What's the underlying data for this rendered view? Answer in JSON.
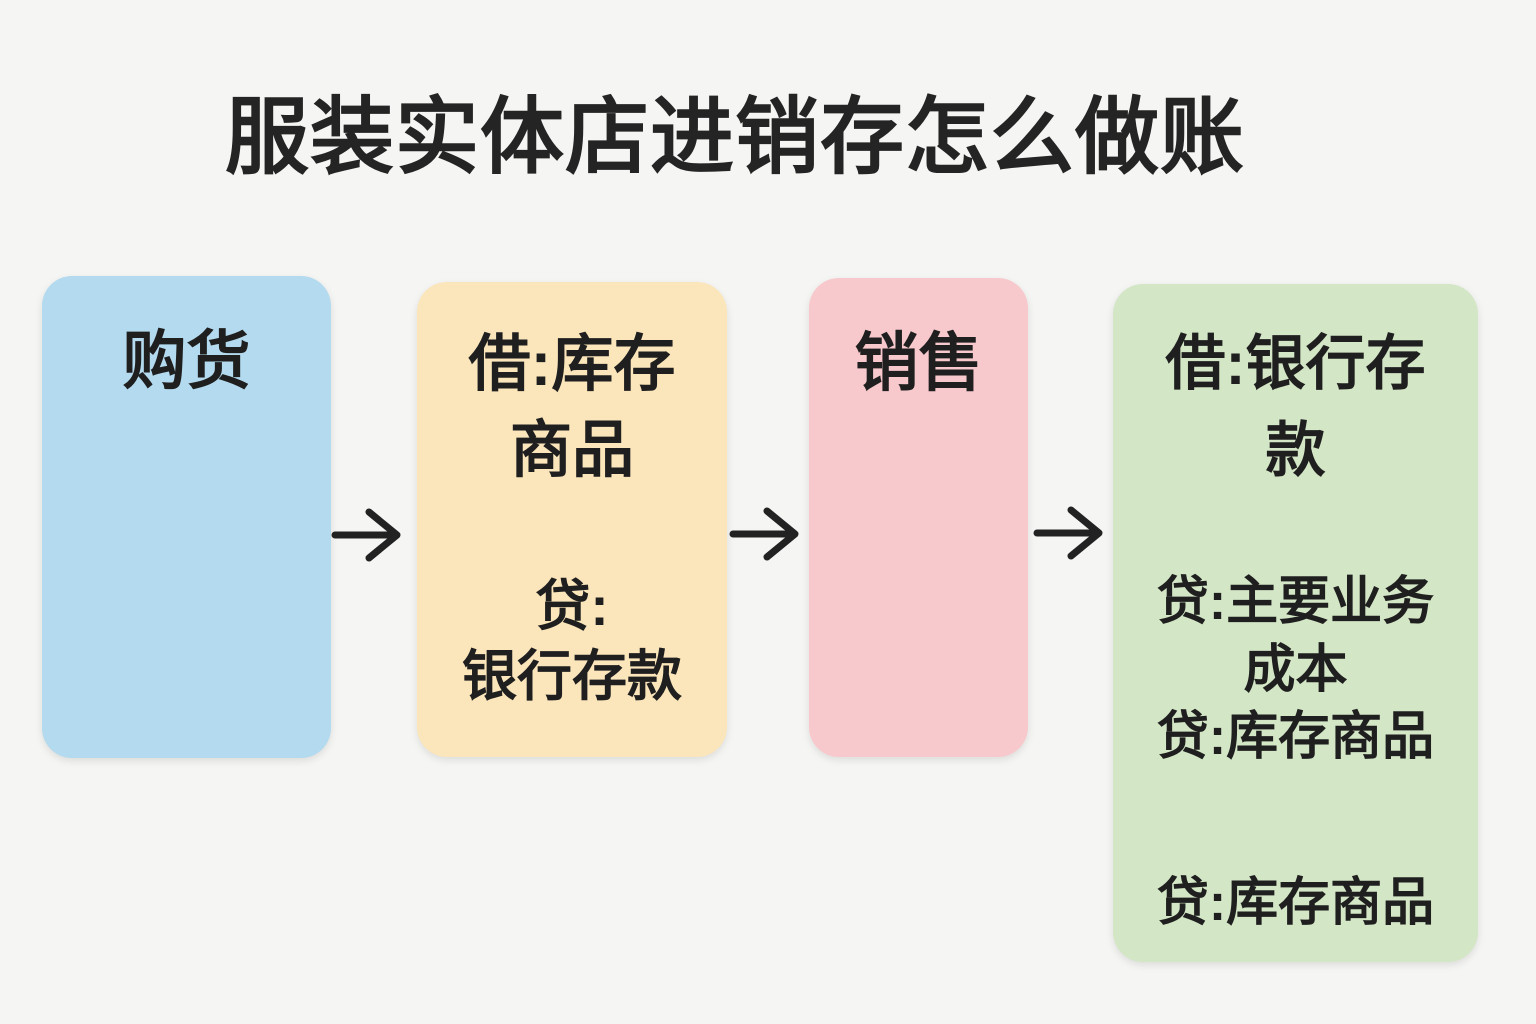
{
  "title": "服装实体店进销存怎么做账",
  "colors": {
    "background": "#f5f5f3",
    "text": "#1f1f1f",
    "arrow": "#222222",
    "box_purchase": "#b3daee",
    "box_purchase_entry": "#fbe6bb",
    "box_sale": "#f8c9cc",
    "box_sale_entry": "#d3e6c5"
  },
  "flow": {
    "boxes": [
      {
        "name": "purchase",
        "label": "购货",
        "color": "#b3daee"
      },
      {
        "name": "purchase-entry",
        "color": "#fbe6bb",
        "debit": [
          "借:库存",
          "商品"
        ],
        "credit": [
          "贷:",
          "银行存款"
        ]
      },
      {
        "name": "sale",
        "label": "销售",
        "color": "#f8c9cc"
      },
      {
        "name": "sale-entry",
        "color": "#d3e6c5",
        "debit": [
          "借:银行存",
          "款"
        ],
        "credit_cost": [
          "贷:主要业务",
          "成本",
          "贷:库存商品"
        ],
        "credit_inventory": [
          "贷:库存商品"
        ]
      }
    ]
  }
}
